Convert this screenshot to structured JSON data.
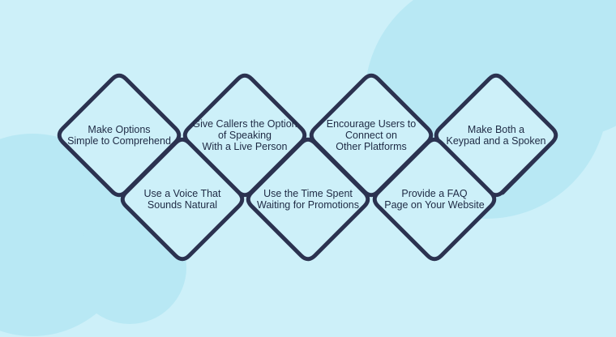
{
  "colors": {
    "background": "#cdf0f9",
    "cloud": "#b8e8f4",
    "outline": "#2b3250",
    "text": "#1e2a44"
  },
  "tips": [
    {
      "id": "make-options-simple",
      "lines": [
        "Make Options",
        "Simple to Comprehend"
      ]
    },
    {
      "id": "live-person-option",
      "lines": [
        "Give Callers the Option",
        "of Speaking",
        "With a Live Person"
      ]
    },
    {
      "id": "other-platforms",
      "lines": [
        "Encourage Users to",
        "Connect on",
        "Other Platforms"
      ]
    },
    {
      "id": "keypad-and-spoken",
      "lines": [
        "Make Both a",
        "Keypad and a Spoken"
      ]
    },
    {
      "id": "natural-voice",
      "lines": [
        "Use a Voice That",
        "Sounds Natural"
      ]
    },
    {
      "id": "waiting-promotions",
      "lines": [
        "Use the Time Spent",
        "Waiting for Promotions"
      ]
    },
    {
      "id": "faq-page",
      "lines": [
        "Provide a FAQ",
        "Page on Your Website"
      ]
    }
  ]
}
